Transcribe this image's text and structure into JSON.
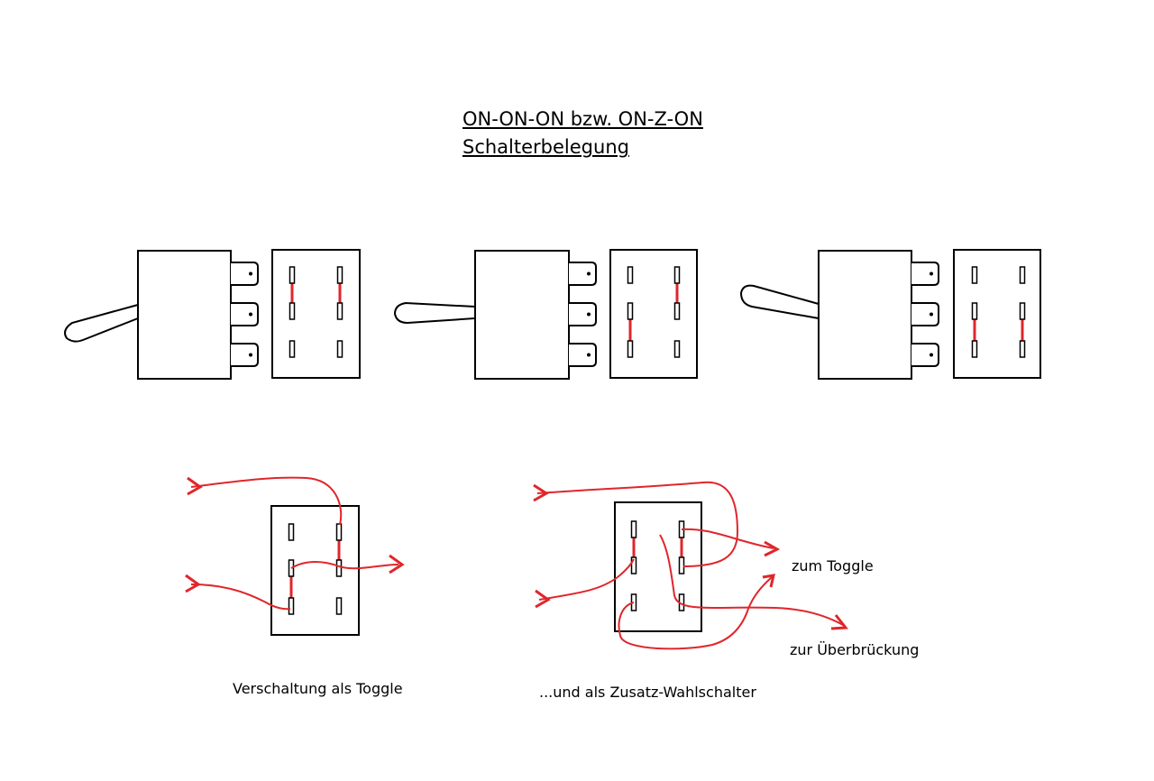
{
  "title": {
    "line1": "ON-ON-ON bzw. ON-Z-ON",
    "line2": "Schalterbelegung"
  },
  "switch_positions": [
    {
      "lever": "down",
      "bridged_pairs": [
        "top-middle"
      ]
    },
    {
      "lever": "center",
      "bridged_pairs": [
        "left-middle-bottom",
        "right-top-middle"
      ]
    },
    {
      "lever": "up",
      "bridged_pairs": [
        "middle-bottom"
      ]
    }
  ],
  "wiring": {
    "toggle": {
      "caption": "Verschaltung als Toggle"
    },
    "selector": {
      "caption": "...und als Zusatz-Wahlschalter",
      "output_toggle": "zum Toggle",
      "output_bridge": "zur Überbrückung"
    }
  },
  "colors": {
    "wire": "#e0262b",
    "outline": "#000000",
    "background": "#ffffff"
  }
}
